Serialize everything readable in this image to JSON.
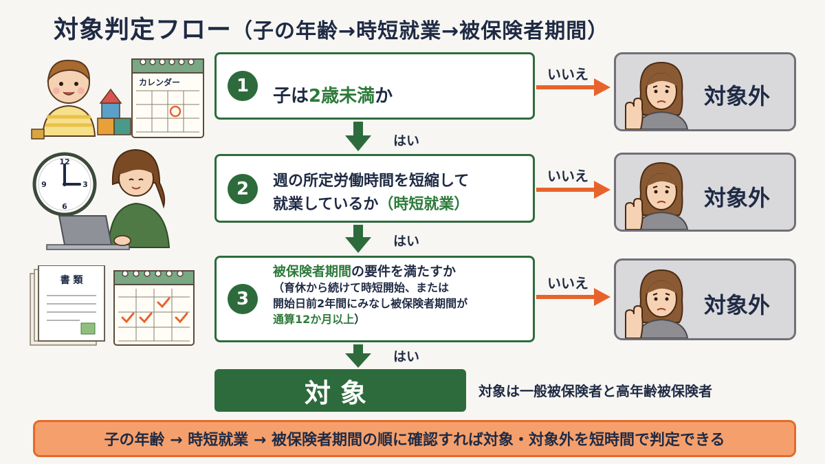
{
  "title": {
    "main": "対象判定フロー",
    "sub": "（子の年齢→時短就業→被保険者期間）"
  },
  "illustrations": {
    "calendar_label": "カレンダー",
    "documents_label": "書 類",
    "clock_numbers": [
      "12",
      "3",
      "6",
      "9"
    ]
  },
  "steps": [
    {
      "number": "1",
      "question_before": "子は",
      "question_highlight": "2歳未満",
      "question_after": "か"
    },
    {
      "number": "2",
      "question_line1": "週の所定労働時間を短縮して",
      "question_line2_before": "就業しているか",
      "question_line2_highlight": "（時短就業）"
    },
    {
      "number": "3",
      "question_highlight": "被保険者期間",
      "question_after": "の要件を満たすか",
      "note_line1": "（育休から続けて時短開始、または",
      "note_line2": "開始日前2年間にみなし被保険者期間が",
      "note_line3_highlight": "通算12か月以上",
      "note_line3_after": "）"
    }
  ],
  "no_label": "いいえ",
  "yes_label": "はい",
  "outcome_excluded": "対象外",
  "final": {
    "label": "対象",
    "note": "対象は一般被保険者と高年齢被保険者"
  },
  "footer": "子の年齢 → 時短就業 → 被保険者期間の順に確認すれば対象・対象外を短時間で判定できる",
  "colors": {
    "primary_green": "#2d6b3c",
    "highlight_green": "#2d7a3a",
    "arrow_orange": "#e8632b",
    "footer_fill": "#f5a06c",
    "text_navy": "#1f2a44",
    "excluded_gray": "#d9d9dc"
  }
}
